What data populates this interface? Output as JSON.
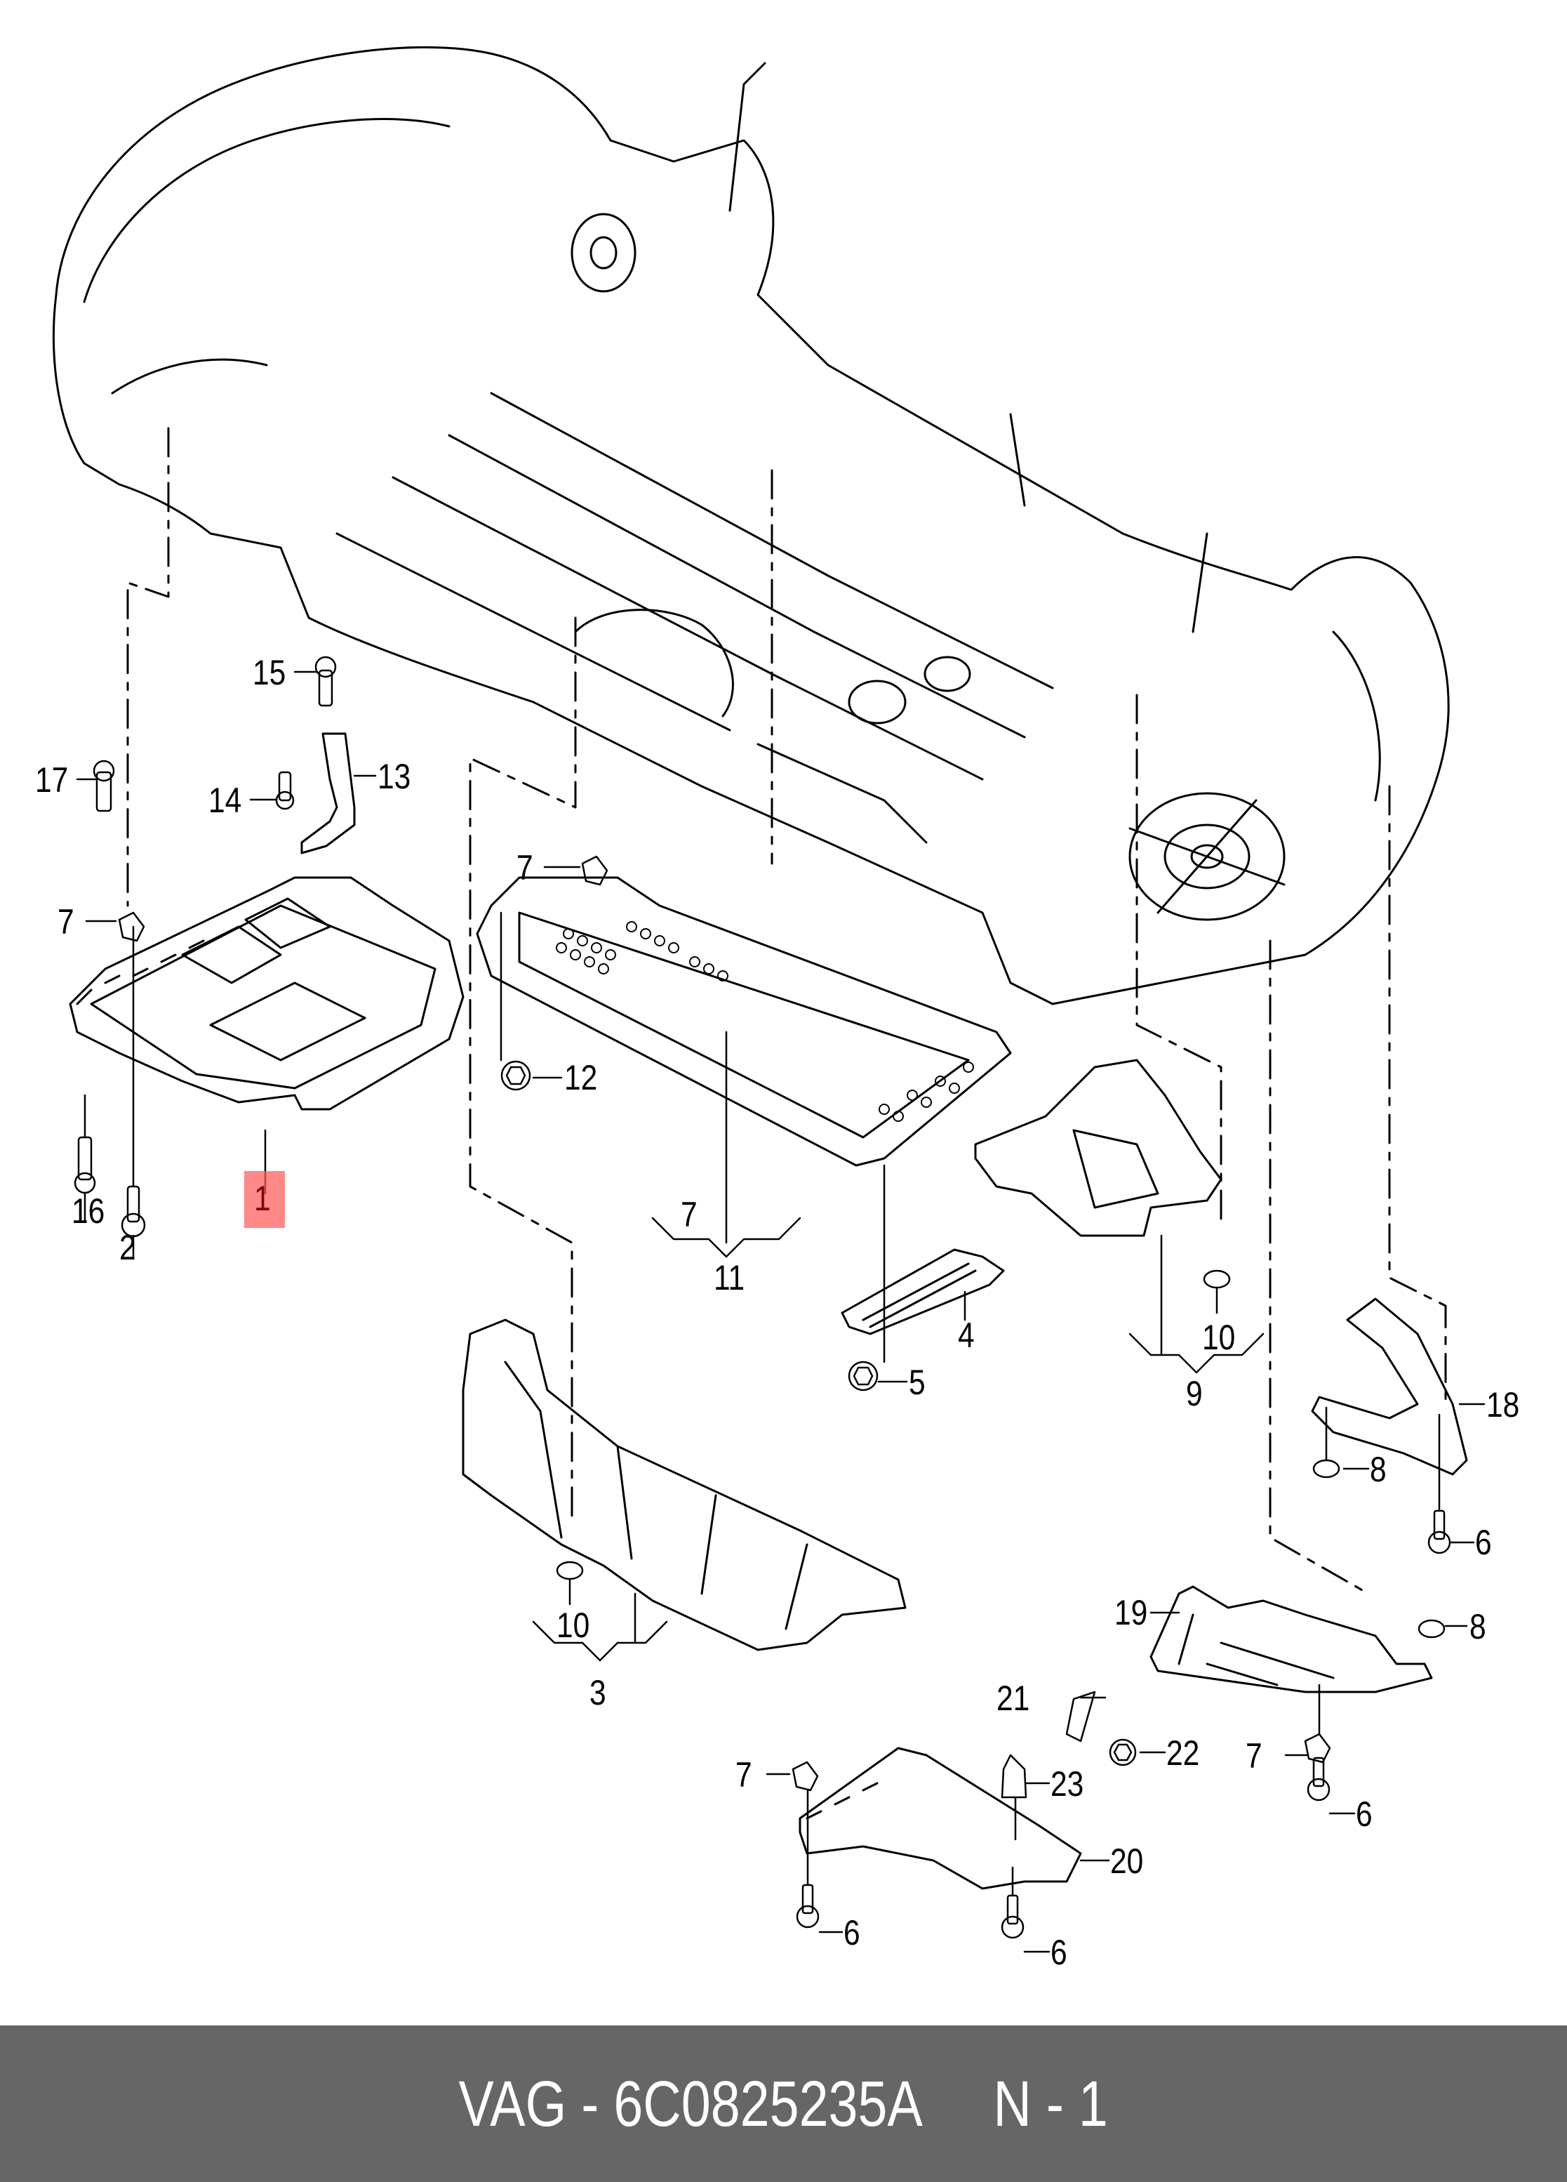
{
  "diagram": {
    "title": "Underbody noise insulation / underbody panels",
    "highlighted_part": "1",
    "callouts": [
      {
        "id": "c17",
        "text": "17"
      },
      {
        "id": "c15",
        "text": "15"
      },
      {
        "id": "c14",
        "text": "14"
      },
      {
        "id": "c13",
        "text": "13"
      },
      {
        "id": "c7a",
        "text": "7"
      },
      {
        "id": "c16",
        "text": "16"
      },
      {
        "id": "c2",
        "text": "2"
      },
      {
        "id": "c1",
        "text": "1"
      },
      {
        "id": "c7b",
        "text": "7"
      },
      {
        "id": "c12",
        "text": "12"
      },
      {
        "id": "c7c",
        "text": "7"
      },
      {
        "id": "c11",
        "text": "11"
      },
      {
        "id": "c4",
        "text": "4"
      },
      {
        "id": "c5",
        "text": "5"
      },
      {
        "id": "c10a",
        "text": "10"
      },
      {
        "id": "c9",
        "text": "9"
      },
      {
        "id": "c18",
        "text": "18"
      },
      {
        "id": "c8a",
        "text": "8"
      },
      {
        "id": "c6a",
        "text": "6"
      },
      {
        "id": "c10b",
        "text": "10"
      },
      {
        "id": "c3",
        "text": "3"
      },
      {
        "id": "c19",
        "text": "19"
      },
      {
        "id": "c8b",
        "text": "8"
      },
      {
        "id": "c21",
        "text": "21"
      },
      {
        "id": "c22",
        "text": "22"
      },
      {
        "id": "c7d",
        "text": "7"
      },
      {
        "id": "c6b",
        "text": "6"
      },
      {
        "id": "c7e",
        "text": "7"
      },
      {
        "id": "c23",
        "text": "23"
      },
      {
        "id": "c20",
        "text": "20"
      },
      {
        "id": "c6c",
        "text": "6"
      },
      {
        "id": "c6d",
        "text": "6"
      }
    ]
  },
  "footer": {
    "brand": "VAG",
    "part_number": "6C0825235A",
    "position": "N - 1",
    "text": "VAG - 6C0825235A     N - 1"
  }
}
